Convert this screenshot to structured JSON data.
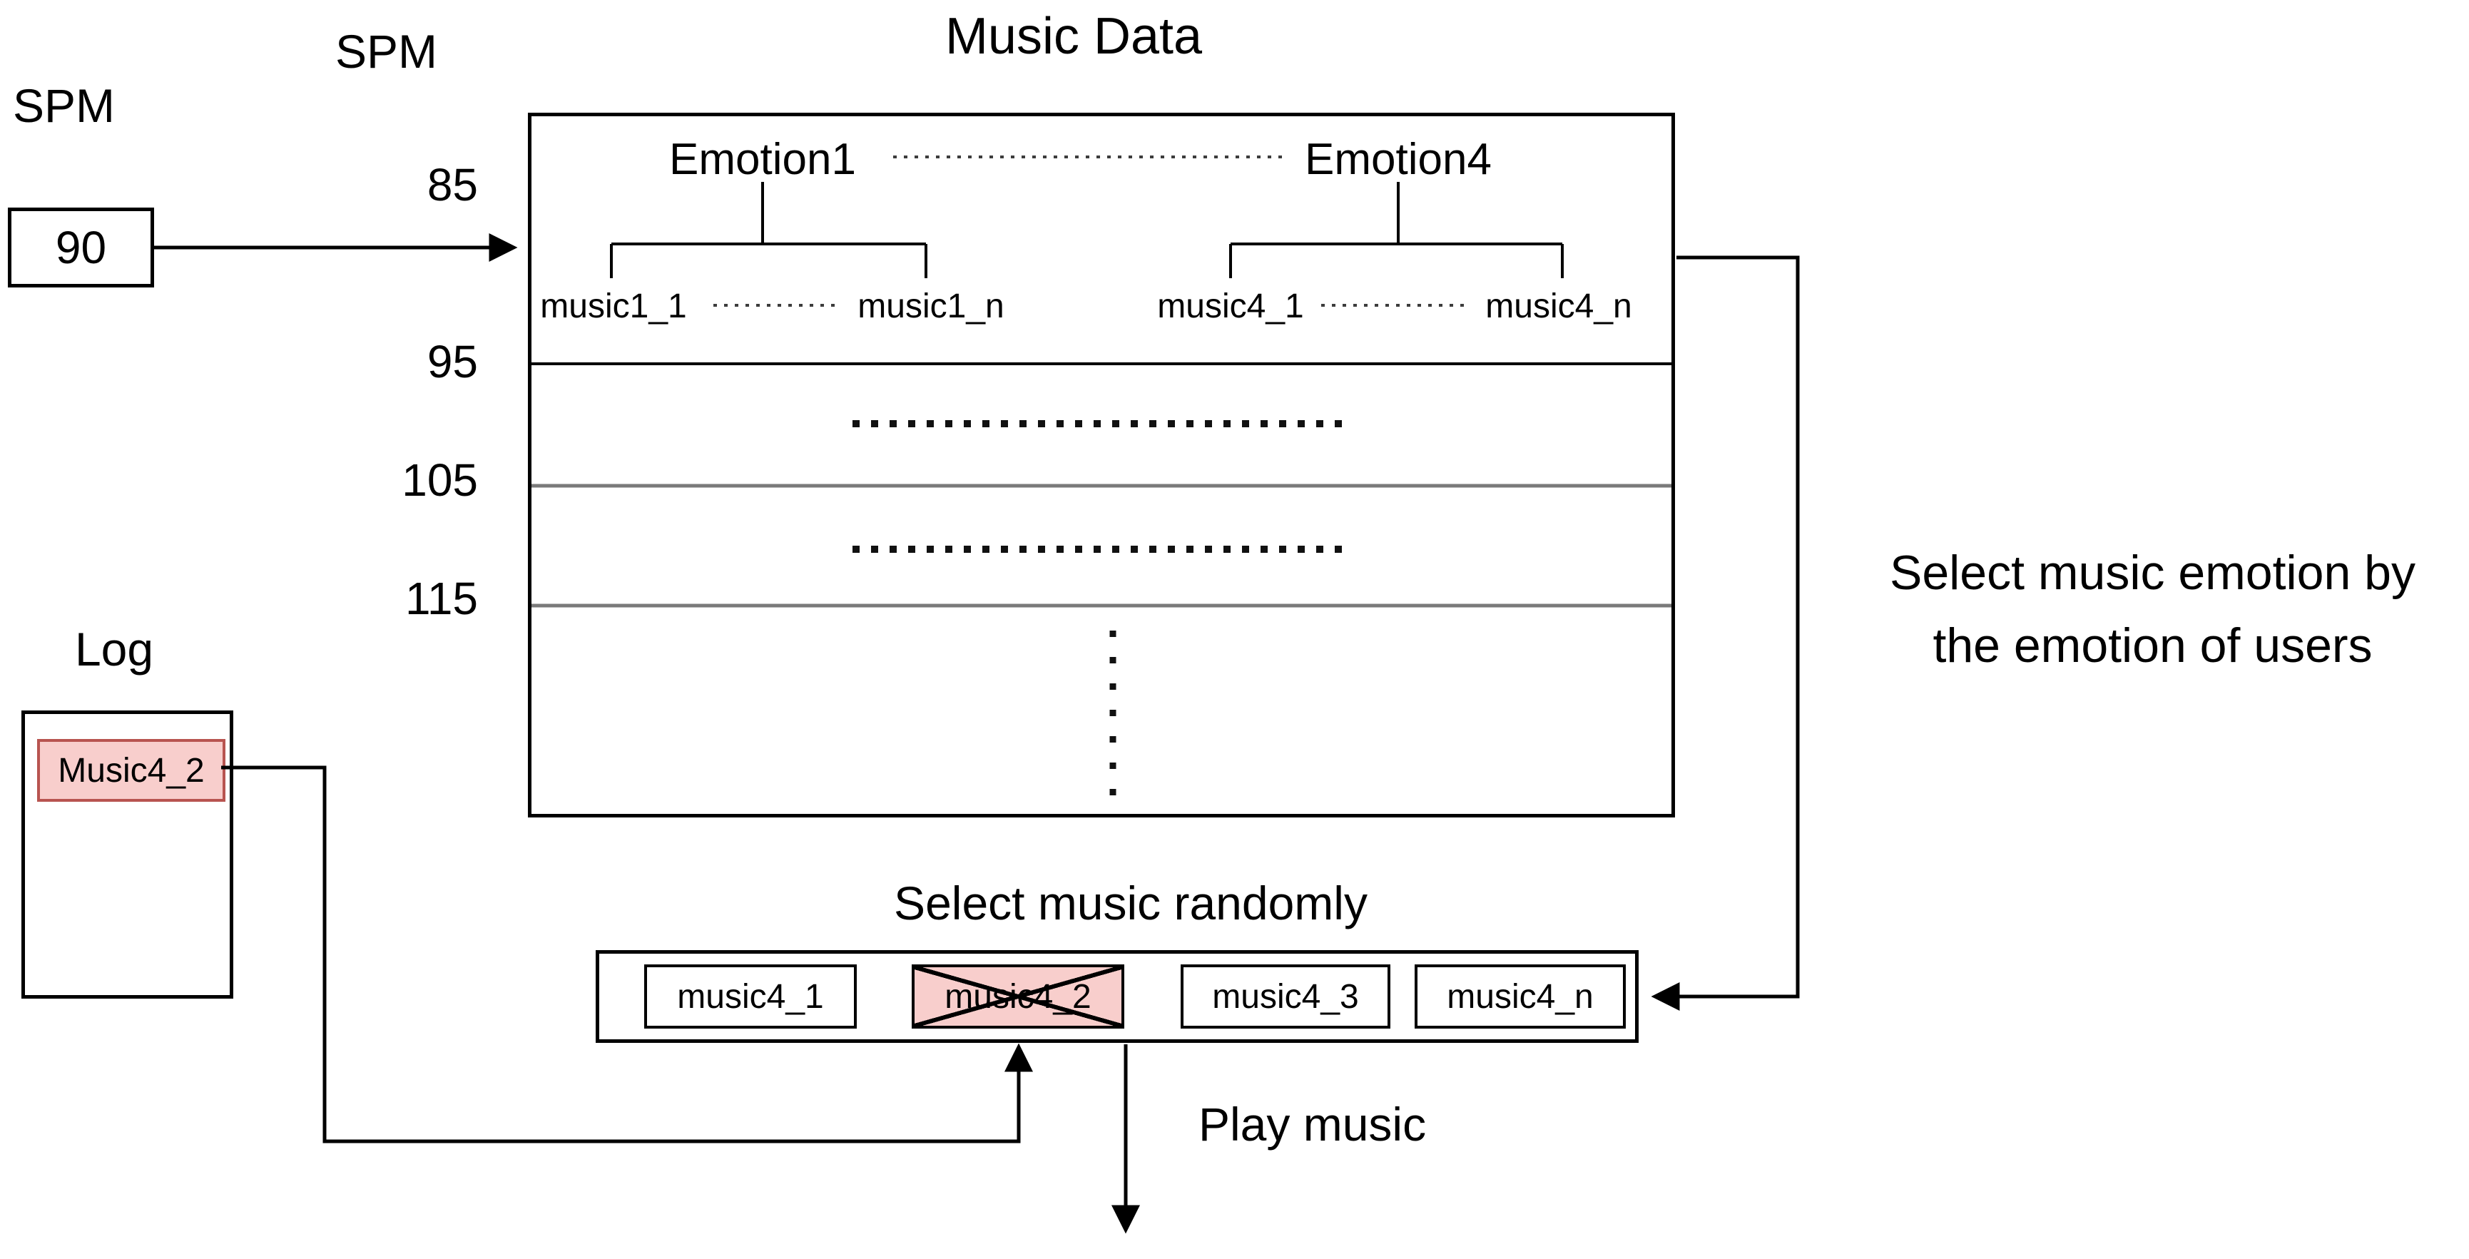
{
  "title": "Music Data",
  "spm_source": {
    "label": "SPM",
    "value": "90"
  },
  "spm_axis": {
    "label": "SPM",
    "ticks": [
      "85",
      "95",
      "105",
      "115"
    ]
  },
  "emotion_tree": {
    "left": {
      "emotion": "Emotion1",
      "music_first": "music1_1",
      "music_last": "music1_n"
    },
    "right": {
      "emotion": "Emotion4",
      "music_first": "music4_1",
      "music_last": "music4_n"
    }
  },
  "side_note": {
    "line1": "Select music emotion by",
    "line2": "the emotion of users"
  },
  "log": {
    "label": "Log",
    "entry": "Music4_2"
  },
  "random_select": {
    "title": "Select music randomly",
    "items": [
      "music4_1",
      "music4_2",
      "music4_3",
      "music4_n"
    ],
    "crossed_item": "music4_2"
  },
  "play": {
    "label": "Play music"
  },
  "colors": {
    "highlight_fill": "#f8cecc",
    "highlight_border": "#b85450"
  }
}
